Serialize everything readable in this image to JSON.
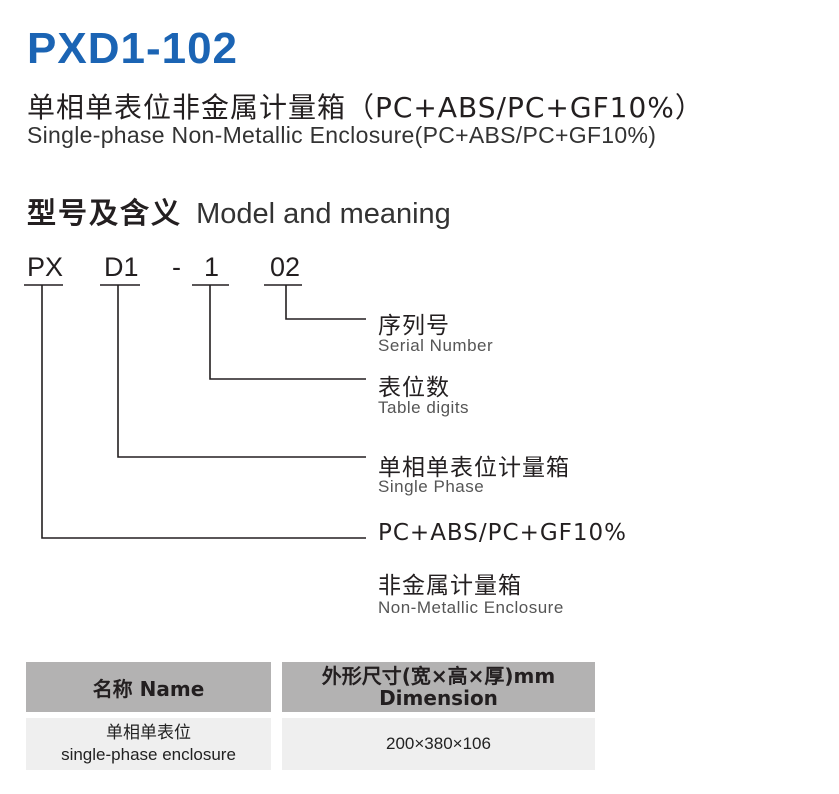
{
  "title": "PXD1-102",
  "subtitle_cn": "单相单表位非金属计量箱（PC+ABS/PC+GF10%）",
  "subtitle_en": "Single-phase Non-Metallic Enclosure(PC+ABS/PC+GF10%)",
  "section": {
    "cn": "型号及含义",
    "en": "Model and meaning"
  },
  "code_parts": [
    "PX",
    "D1",
    "-",
    "1",
    "02"
  ],
  "labels": [
    {
      "cn": "序列号",
      "en": "Serial Number"
    },
    {
      "cn": "表位数",
      "en": "Table digits"
    },
    {
      "cn": "单相单表位计量箱",
      "en": "Single Phase"
    },
    {
      "cn": "PC+ABS/PC+GF10%",
      "cn2": "非金属计量箱",
      "en": "Non-Metallic Enclosure"
    }
  ],
  "table": {
    "headers": [
      {
        "line1": "名称 Name"
      },
      {
        "line1": "外形尺寸(宽×高×厚)mm",
        "line2": "Dimension"
      }
    ],
    "row": {
      "name_cn": "单相单表位",
      "name_en": "single-phase enclosure",
      "dimension": "200×380×106"
    }
  },
  "colors": {
    "title": "#1b64b4",
    "header_bg": "#b3b2b2",
    "cell_bg": "#efefef"
  }
}
